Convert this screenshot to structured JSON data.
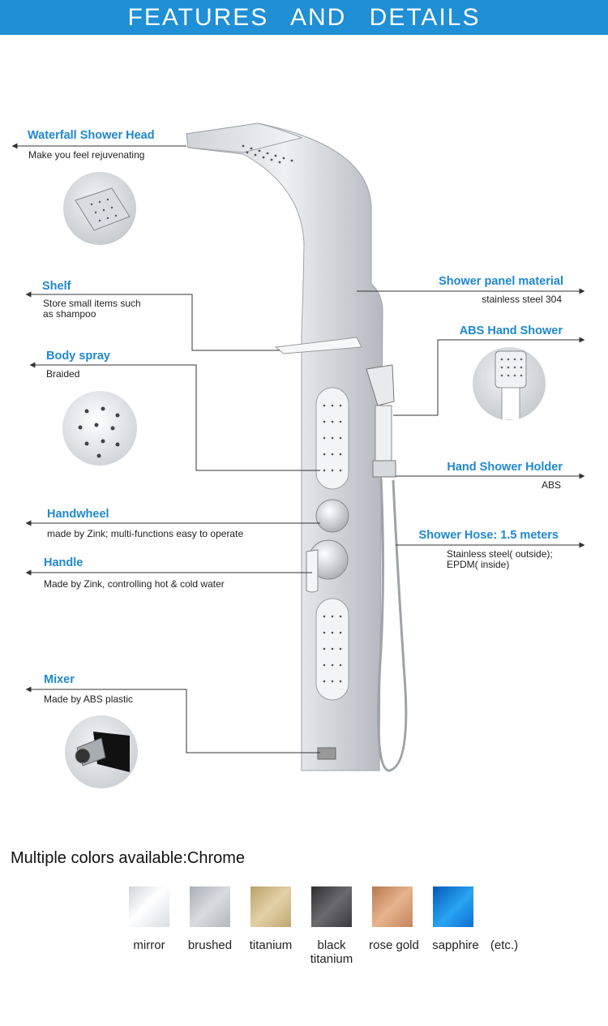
{
  "banner": {
    "title": "FEATURES  AND  DETAILS"
  },
  "features": {
    "waterfall": {
      "label": "Waterfall Shower Head",
      "desc": "Make you feel rejuvenating"
    },
    "shelf": {
      "label": "Shelf",
      "desc1": "Store small items such",
      "desc2": "as shampoo"
    },
    "body_spray": {
      "label": "Body spray",
      "desc": "Braided"
    },
    "handwheel": {
      "label": "Handwheel",
      "desc": "made by Zink;  multi-functions easy to operate"
    },
    "handle": {
      "label": "Handle",
      "desc": "Made by Zink, controlling hot & cold water"
    },
    "mixer": {
      "label": "Mixer",
      "desc": "Made by ABS plastic"
    },
    "panel_material": {
      "label": "Shower panel material",
      "desc": "stainless steel 304"
    },
    "abs_hand_shower": {
      "label": "ABS Hand Shower"
    },
    "holder": {
      "label": "Hand Shower Holder",
      "desc": "ABS"
    },
    "hose": {
      "label": "Shower Hose: 1.5 meters",
      "desc1": "Stainless steel( outside);",
      "desc2": "EPDM( inside)"
    }
  },
  "colors": {
    "title": "Multiple colors available:Chrome",
    "items": [
      {
        "name": "mirror",
        "color": "#e9ecf1"
      },
      {
        "name": "brushed",
        "color": "#bfc3c9"
      },
      {
        "name": "titanium",
        "color": "#c9b27e"
      },
      {
        "name": "black titanium",
        "line1": "black",
        "line2": "titanium",
        "color": "#4a4a4c"
      },
      {
        "name": "rose gold",
        "color": "#c98d63"
      },
      {
        "name": "sapphire",
        "color": "#0a78d6"
      }
    ],
    "etc": "(etc.)"
  }
}
